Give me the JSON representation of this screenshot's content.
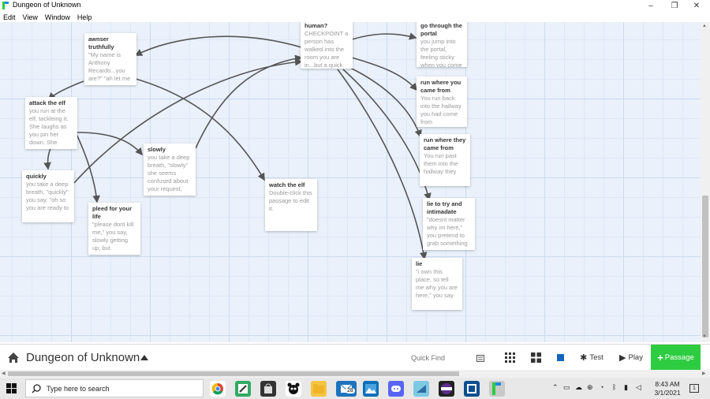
{
  "window": {
    "title": "Dungeon of Unknown",
    "minimize_glyph": "–",
    "maximize_glyph": "❐",
    "close_glyph": "✕"
  },
  "menu": [
    "Edit",
    "View",
    "Window",
    "Help"
  ],
  "passages": [
    {
      "title": "human?",
      "excerpt": "CHECKPOINT a person has walked into the room you are in...but a quick"
    },
    {
      "title": "go through the portal",
      "excerpt": "you jump into the portal, feeling sticky when you come"
    },
    {
      "title": "awnser truthfully",
      "excerpt": "\"My name is Anthony Recardo...you are?\" \"ah let me"
    },
    {
      "title": "run where you came from",
      "excerpt": "You run back into the hallway you had come from"
    },
    {
      "title": "attack the elf",
      "excerpt": "you run at the elf, tackleing it. She laughs as you pin her down. She"
    },
    {
      "title": "run where they came from",
      "excerpt": "You run past them into the hallway they"
    },
    {
      "title": "slowly",
      "excerpt": "you take a deep breath, \"slowly\" she seems confused about your request,"
    },
    {
      "title": "quickly",
      "excerpt": "you take a deep breath, \"quickly\" you say. \"oh so you are ready to"
    },
    {
      "title": "watch the elf",
      "excerpt": "Double-click this passage to edit it."
    },
    {
      "title": "lie to try and intimadate",
      "excerpt": "\"doesnt matter why im here,\" you pretend to grab something"
    },
    {
      "title": "pleed for your life",
      "excerpt": "\"please dont kill me,\" you say, slowly getting up, but"
    },
    {
      "title": "lie",
      "excerpt": "\"i own this place, so tell me why you are here,\" you say"
    }
  ],
  "toolbar": {
    "story_title": "Dungeon of Unknown",
    "quick_find_placeholder": "Quick Find",
    "test_label": "Test",
    "play_label": "Play",
    "passage_label": "Passage"
  },
  "taskbar": {
    "search_placeholder": "Type here to search",
    "mail_badge": "28",
    "time": "8:43 AM",
    "date": "3/1/2021",
    "notification_count": "1"
  },
  "colors": {
    "accent_green": "#2ecc40",
    "grid_bg": "#eaf1fb",
    "arrow": "#555555"
  }
}
